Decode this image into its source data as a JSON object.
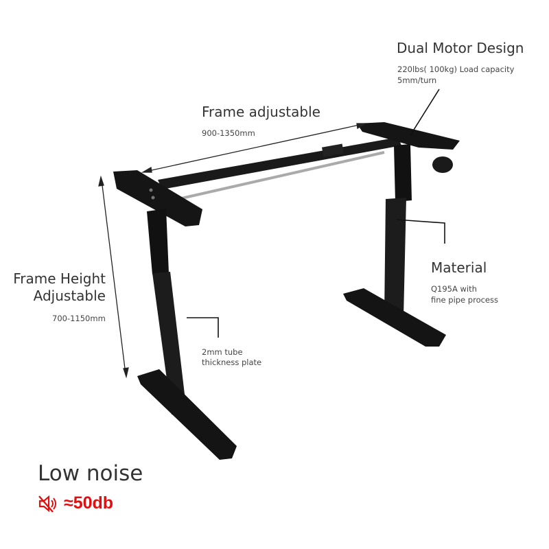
{
  "dual_motor": {
    "title": "Dual Motor Design",
    "line1": "220lbs( 100kg) Load capacity",
    "line2": "5mm/turn"
  },
  "frame_adjustable": {
    "title": "Frame adjustable",
    "range": "900-1350mm"
  },
  "frame_height": {
    "title_line1": "Frame Height",
    "title_line2": "Adjustable",
    "range": "700-1150mm"
  },
  "material": {
    "title": "Material",
    "line1": "Q195A with",
    "line2": "fine pipe process"
  },
  "tube": {
    "line1": "2mm tube",
    "line2": "thickness plate"
  },
  "noise": {
    "title": "Low noise",
    "value": "≈50db",
    "icon": "speaker-muted-icon",
    "color": "#e01010"
  }
}
